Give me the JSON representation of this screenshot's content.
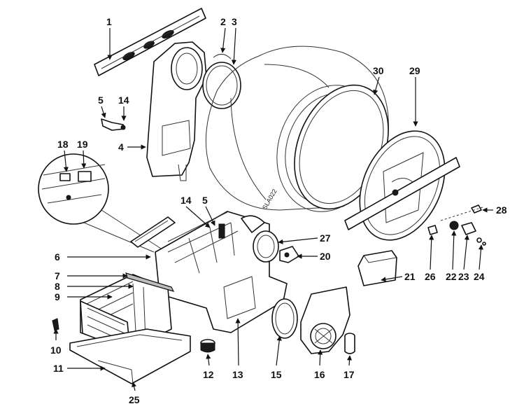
{
  "diagram": {
    "drawing_code": "SLA022",
    "callouts": {
      "c1": "1",
      "c2": "2",
      "c3": "3",
      "c4": "4",
      "c5a": "5",
      "c5b": "5",
      "c6": "6",
      "c7": "7",
      "c8": "8",
      "c9": "9",
      "c10": "10",
      "c11": "11",
      "c12": "12",
      "c13": "13",
      "c14a": "14",
      "c14b": "14",
      "c15": "15",
      "c16": "16",
      "c17": "17",
      "c18": "18",
      "c19": "19",
      "c20": "20",
      "c21": "21",
      "c22": "22",
      "c23": "23",
      "c24": "24",
      "c25": "25",
      "c26": "26",
      "c27": "27",
      "c28": "28",
      "c29": "29",
      "c30": "30"
    }
  }
}
